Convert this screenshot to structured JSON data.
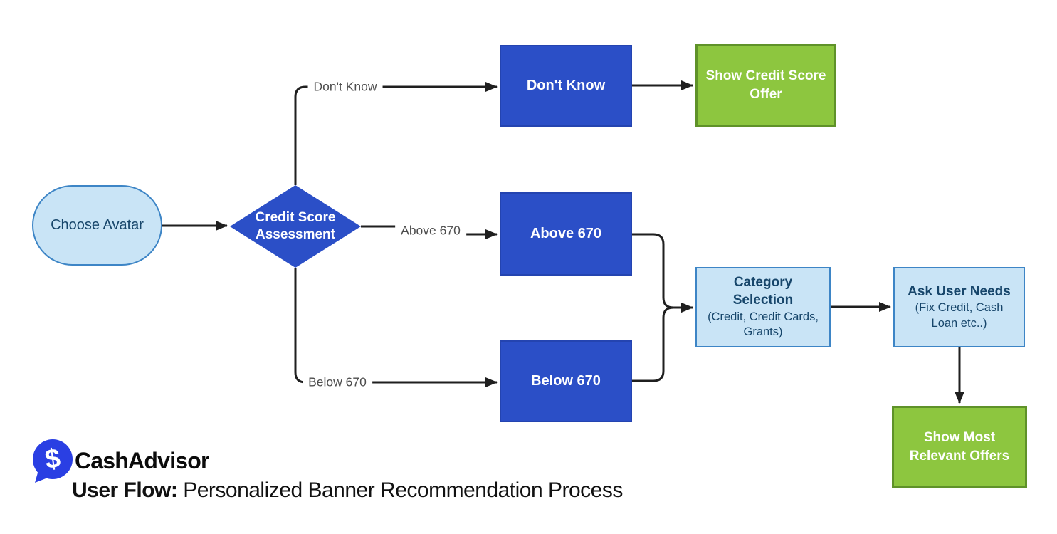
{
  "diagram": {
    "brand": "CashAdvisor",
    "title_prefix": "User Flow:",
    "title_rest": " Personalized Banner Recommendation Process",
    "logo_icon": "dollar-speech-bubble-icon",
    "nodes": {
      "start": {
        "label": "Choose Avatar",
        "type": "terminator"
      },
      "decision": {
        "label": "Credit Score Assessment",
        "type": "decision"
      },
      "dont_know": {
        "label": "Don't Know",
        "type": "process"
      },
      "show_credit_score_offer": {
        "label": "Show Credit Score Offer",
        "type": "process"
      },
      "above_670": {
        "label": "Above 670",
        "type": "process"
      },
      "below_670": {
        "label": "Below 670",
        "type": "process"
      },
      "category_selection": {
        "title": "Category Selection",
        "subtitle": "(Credit, Credit Cards, Grants)",
        "type": "process"
      },
      "ask_user_needs": {
        "title": "Ask User Needs",
        "subtitle": "(Fix Credit, Cash Loan etc..)",
        "type": "process"
      },
      "show_most_relevant_offers": {
        "label": "Show Most Relevant Offers",
        "type": "process"
      }
    },
    "edge_labels": {
      "dont_know": "Don't Know",
      "above_670": "Above 670",
      "below_670": "Below 670"
    },
    "colors": {
      "process_blue": "#2B4FC7",
      "process_blue_border": "#2444B0",
      "light_blue_fill": "#C9E4F6",
      "light_blue_border": "#3D85C6",
      "green_fill": "#8DC63F",
      "green_border": "#5F9229",
      "navy_text": "#17466B",
      "edge_line": "#1F1F1F",
      "edge_label_text": "#4D4D4D",
      "brand_blue": "#2A3FE3"
    }
  }
}
